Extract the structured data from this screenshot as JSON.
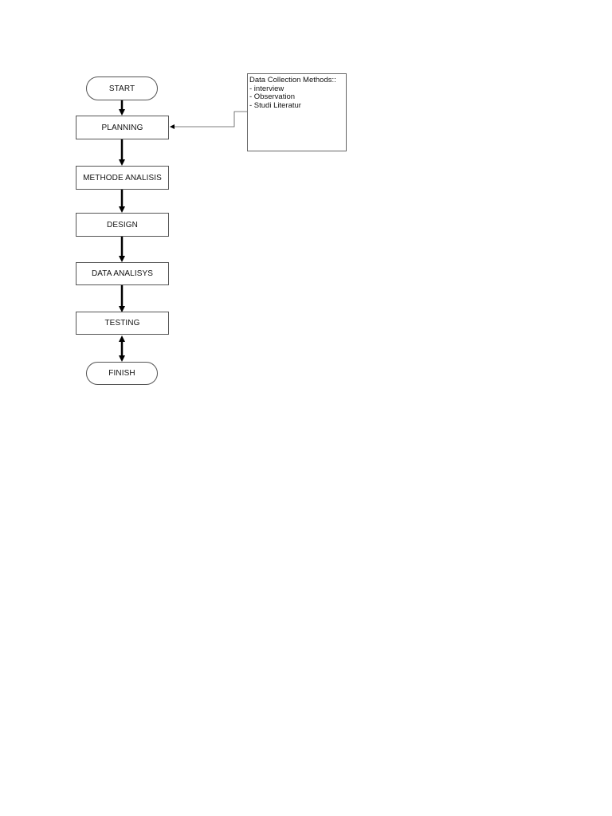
{
  "flowchart": {
    "nodes": [
      {
        "id": "start",
        "label": "START",
        "shape": "terminal"
      },
      {
        "id": "planning",
        "label": "PLANNING",
        "shape": "process"
      },
      {
        "id": "methode",
        "label": "METHODE ANALISIS",
        "shape": "process"
      },
      {
        "id": "design",
        "label": "DESIGN",
        "shape": "process"
      },
      {
        "id": "data_analysys",
        "label": "DATA ANALISYS",
        "shape": "process"
      },
      {
        "id": "testing",
        "label": "TESTING",
        "shape": "process"
      },
      {
        "id": "finish",
        "label": "FINISH",
        "shape": "terminal"
      }
    ],
    "edges": [
      {
        "from": "start",
        "to": "planning"
      },
      {
        "from": "planning",
        "to": "methode"
      },
      {
        "from": "methode",
        "to": "design"
      },
      {
        "from": "design",
        "to": "data_analysys"
      },
      {
        "from": "data_analysys",
        "to": "testing"
      },
      {
        "from": "testing",
        "to": "finish",
        "bidirectional": true
      },
      {
        "from": "note",
        "to": "planning"
      }
    ],
    "note": {
      "title": "Data Collection Methods::",
      "items": [
        "- interview",
        "- Observation",
        "- Studi Literatur"
      ]
    }
  }
}
